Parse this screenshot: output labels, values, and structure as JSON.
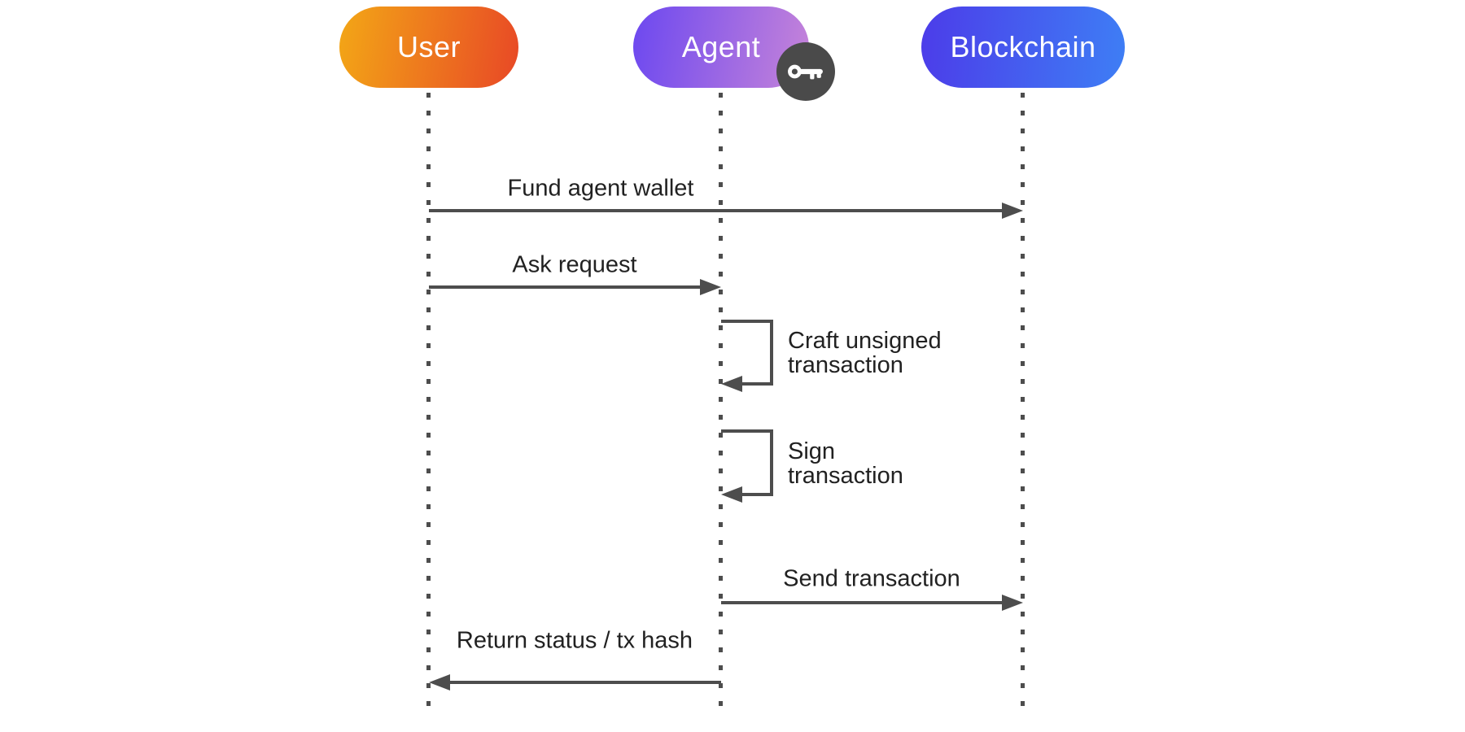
{
  "diagram_type": "sequence-diagram",
  "actors": [
    {
      "name": "User",
      "gradient_start": "#f3a716",
      "gradient_end": "#e84826",
      "gradient_angle": "100deg"
    },
    {
      "name": "Agent",
      "gradient_start": "#6c48f0",
      "gradient_end": "#c684d9",
      "gradient_angle": "100deg",
      "badge": "key-icon"
    },
    {
      "name": "Blockchain",
      "gradient_start": "#4c3ce9",
      "gradient_end": "#3e7ef5",
      "gradient_angle": "95deg"
    }
  ],
  "messages": [
    {
      "from": "User",
      "to": "Blockchain",
      "direction": "right",
      "label": "Fund agent wallet"
    },
    {
      "from": "User",
      "to": "Agent",
      "direction": "right",
      "label": "Ask request"
    },
    {
      "from": "Agent",
      "to": "Agent",
      "direction": "self",
      "label_line1": "Craft unsigned",
      "label_line2": "transaction"
    },
    {
      "from": "Agent",
      "to": "Agent",
      "direction": "self",
      "label_line1": "Sign",
      "label_line2": "transaction"
    },
    {
      "from": "Agent",
      "to": "Blockchain",
      "direction": "right",
      "label": "Send transaction"
    },
    {
      "from": "Agent",
      "to": "User",
      "direction": "left",
      "label": "Return status / tx hash"
    }
  ],
  "colors": {
    "arrow": "#4d4d4d",
    "label_text": "#212121",
    "badge_bg": "#4a4a4a",
    "background": "#ffffff"
  }
}
